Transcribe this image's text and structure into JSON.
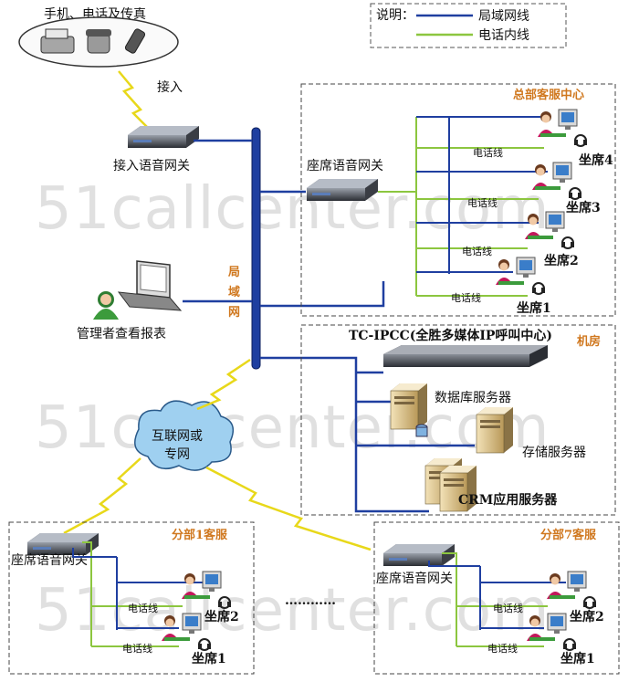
{
  "top_devices": "手机、电话及传真",
  "access_label": "接入",
  "access_gateway": "接入语音网关",
  "lan_label": [
    "局",
    "域",
    "网"
  ],
  "admin_label": "管理者查看报表",
  "cloud_label": [
    "互联网或",
    "专网"
  ],
  "legend": {
    "title": "说明：",
    "lan_line": "局域网线",
    "phone_line": "电话内线",
    "lan_color": "#1f3fa0",
    "phone_color": "#8cc63f"
  },
  "hq": {
    "title": "总部客服中心",
    "gateway": "座席语音网关",
    "phone_line": "电话线",
    "seats": [
      "坐席4",
      "坐席3",
      "坐席2",
      "坐席1"
    ]
  },
  "server_room": {
    "title": "TC-IPCC(全胜多媒体IP呼叫中心)",
    "room_label": "机房",
    "db_server": "数据库服务器",
    "storage_server": "存储服务器",
    "crm_server": "CRM应用服务器"
  },
  "branch1": {
    "title": "分部1客服",
    "gateway": "座席语音网关",
    "phone_line": "电话线",
    "seats": [
      "坐席2",
      "坐席1"
    ]
  },
  "branch7": {
    "title": "分部7客服",
    "gateway": "座席语音网关",
    "phone_line": "电话线",
    "seats": [
      "坐席2",
      "坐席1"
    ]
  },
  "ellipsis": "…………",
  "watermark": "51callcenter.com"
}
